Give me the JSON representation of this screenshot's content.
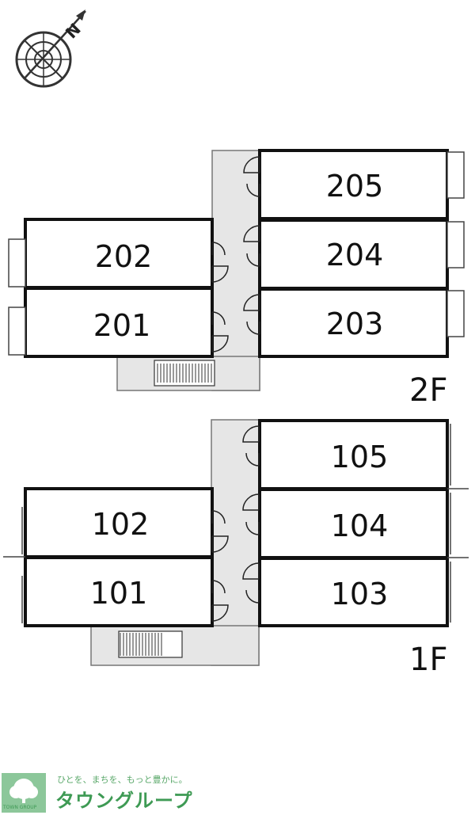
{
  "compass": {
    "north_label": "N"
  },
  "floors": [
    {
      "label": "2F",
      "rooms": [
        "205",
        "204",
        "203",
        "202",
        "201"
      ]
    },
    {
      "label": "1F",
      "rooms": [
        "105",
        "104",
        "103",
        "102",
        "101"
      ]
    }
  ],
  "logo": {
    "tagline": "ひとを、まちを、もっと豊かに。",
    "name": "タウングループ",
    "sub": "TOWN GROUP"
  },
  "colors": {
    "corridor": "#e6e6e6",
    "walls": "#111111",
    "brand": "#3e9a54"
  }
}
